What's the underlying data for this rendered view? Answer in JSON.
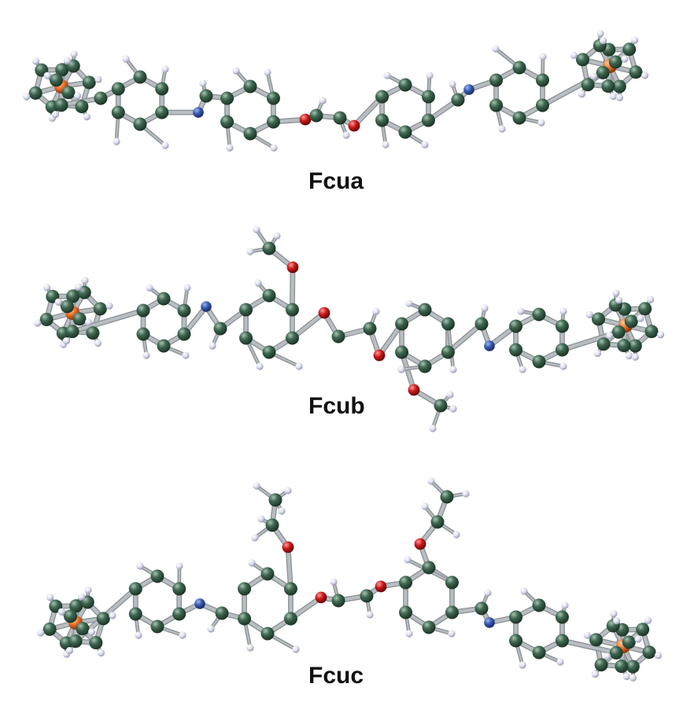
{
  "colors": {
    "carbon": "#3e6650",
    "hydrogen": "#dfe0ef",
    "nitrogen": "#3658b0",
    "oxygen": "#c81818",
    "iron": "#ee7028",
    "bond": "#b8bec2"
  },
  "molecules": [
    {
      "label": "Fcua"
    },
    {
      "label": "Fcub"
    },
    {
      "label": "Fcuc"
    }
  ]
}
